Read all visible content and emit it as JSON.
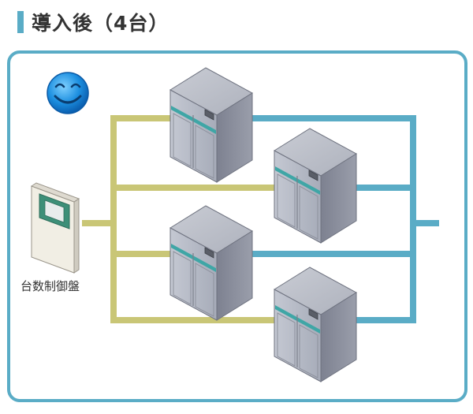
{
  "header": {
    "title": "導入後（4台）"
  },
  "diagram": {
    "control_panel_label": "台数制御盤",
    "unit_count": 4,
    "colors": {
      "frame": "#5aacc6",
      "supply_line": "#c9c676",
      "output_line": "#5aacc6",
      "unit_body": "#a9aebb",
      "unit_accent": "#3fa6a6"
    },
    "icons": [
      "smiley-face-icon",
      "control-panel-icon",
      "server-unit-icon"
    ]
  }
}
